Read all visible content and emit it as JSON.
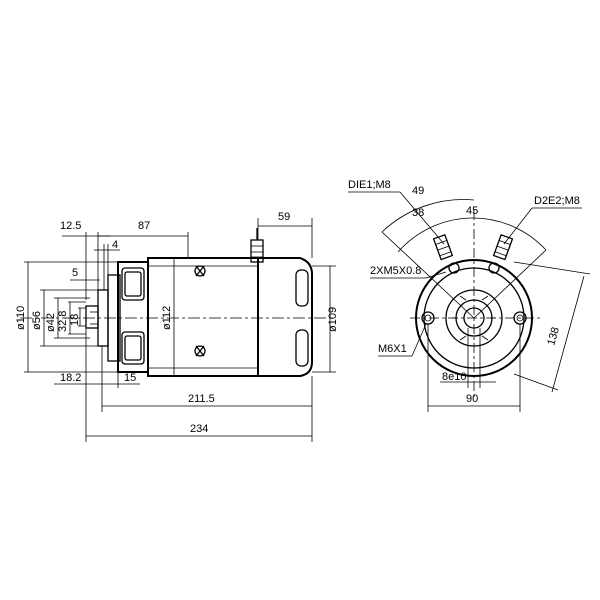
{
  "drawing": {
    "side_view": {
      "labels": {
        "d_12_5": "12.5",
        "d_87": "87",
        "d_4": "4",
        "d_59": "59",
        "d_5": "5",
        "d_110": "ø110",
        "d_56": "ø56",
        "d_42": "ø42",
        "d_32_8": "32.8",
        "d_18": "18",
        "d_112": "ø112",
        "d_109": "ø109",
        "d_18_2": "18.2",
        "d_15": "15",
        "d_211_5": "211.5",
        "d_234": "234"
      }
    },
    "end_view": {
      "labels": {
        "terminal1": "DIE1;M8",
        "angle49": "49",
        "angle38": "38",
        "angle45": "45",
        "terminal2": "D2E2;M8",
        "holes": "2XM5X0.8",
        "mount": "M6X1",
        "d_138": "138",
        "d_8e10": "8e10",
        "d_90": "90"
      }
    }
  }
}
